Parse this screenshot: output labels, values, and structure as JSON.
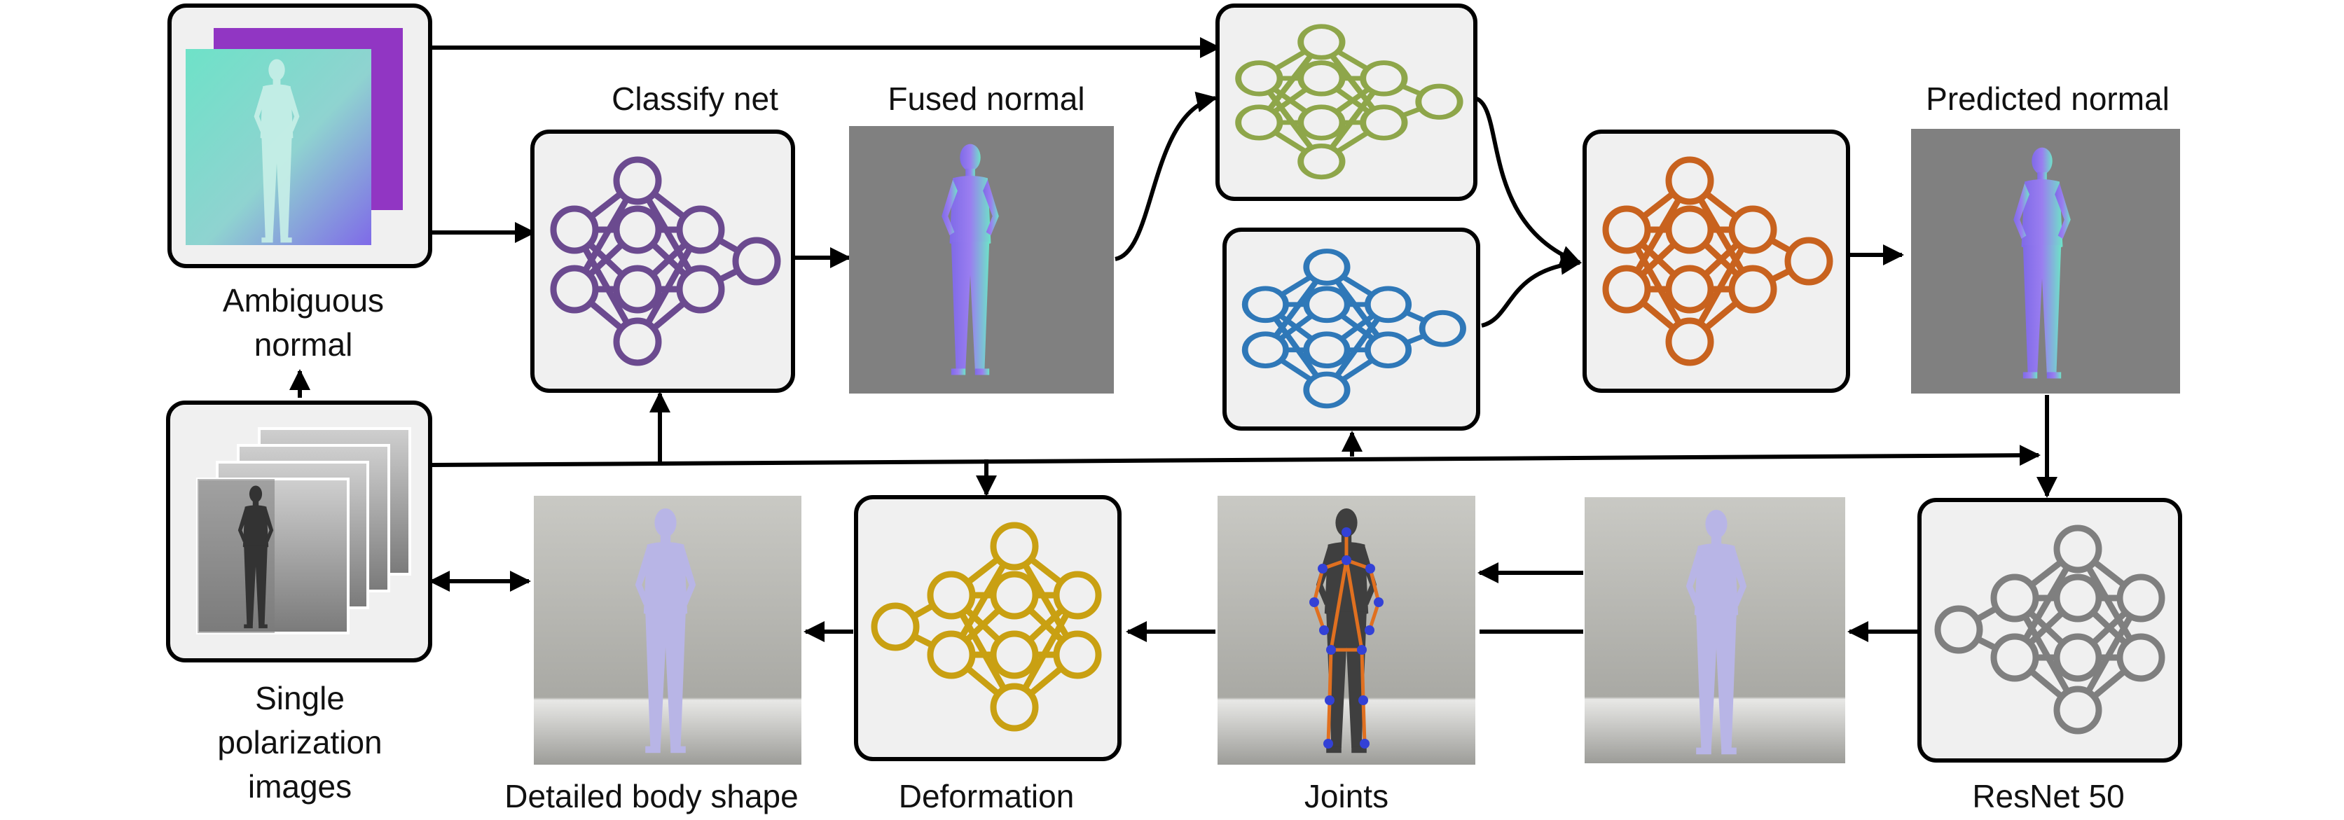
{
  "labels": {
    "ambiguous_normal_line1": "Ambiguous",
    "ambiguous_normal_line2": "normal",
    "classify_net": "Classify net",
    "fused_normal": "Fused normal",
    "predicted_normal": "Predicted normal",
    "single_line1": "Single",
    "single_line2": "polarization",
    "single_line3": "images",
    "detailed_body_shape": "Detailed body shape",
    "deformation": "Deformation",
    "joints": "Joints",
    "resnet50": "ResNet 50"
  },
  "network_colors": {
    "classify_net": "#6b4a8f",
    "top_net_green": "#8ea64a",
    "bottom_net_blue": "#2f78b8",
    "fusion_net_orange": "#c8621e",
    "deformation_net_gold": "#c9a012",
    "resnet_gray": "#7f7f7f"
  },
  "image_colors": {
    "normal_map_bg": "#808080",
    "normal_tint_violet": "#7f6ae8",
    "normal_tint_cyan": "#6ee2c8",
    "body_mesh": "#b8b5e6",
    "photo_bg": "#b2b2ad",
    "joint_points": "#3341d6",
    "joint_bones": "#e07020"
  },
  "icons": [
    "neural-network-icon",
    "human-figure-icon"
  ]
}
